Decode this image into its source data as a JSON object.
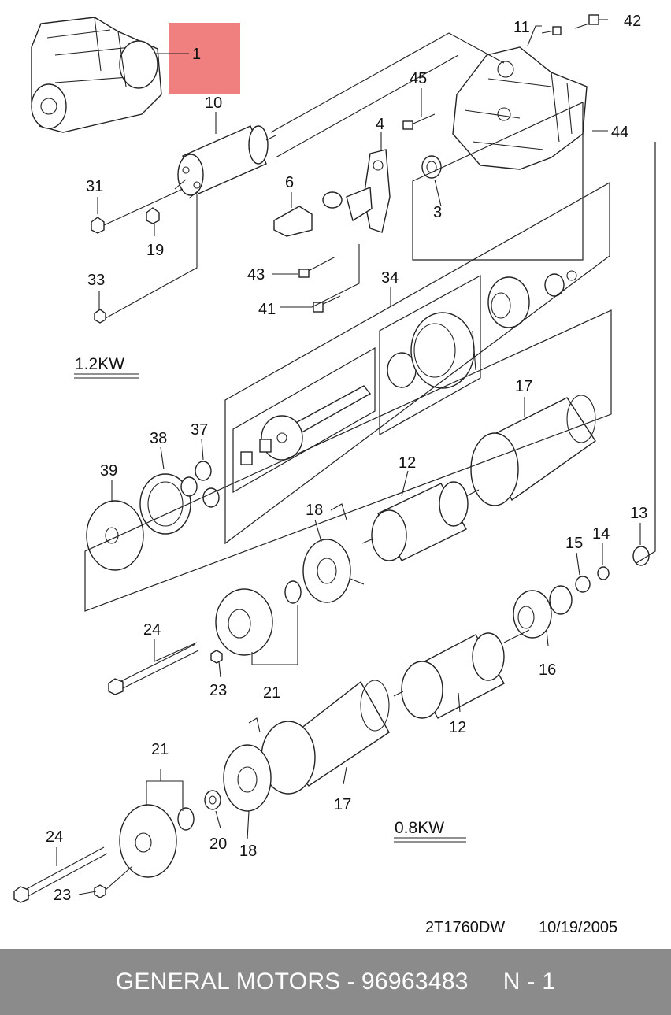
{
  "diagram": {
    "labels": {
      "p1": "1",
      "p10": "10",
      "p11": "11",
      "p42": "42",
      "p45": "45",
      "p4": "4",
      "p44": "44",
      "p31": "31",
      "p6": "6",
      "p3": "3",
      "p19": "19",
      "p43": "43",
      "p34": "34",
      "p33": "33",
      "p41": "41",
      "p17a": "17",
      "p38": "38",
      "p37": "37",
      "p39": "39",
      "p12a": "12",
      "p18a": "18",
      "p13": "13",
      "p15": "15",
      "p14": "14",
      "p24a": "24",
      "p16": "16",
      "p23a": "23",
      "p21a": "21",
      "p12b": "12",
      "p21b": "21",
      "p17b": "17",
      "p24b": "24",
      "p20": "20",
      "p18b": "18",
      "p23b": "23"
    },
    "power_high": "1.2KW",
    "power_low": "0.8KW",
    "drawing_code": "2T1760DW",
    "date": "10/19/2005",
    "highlight_color": "#f08080"
  },
  "footer": {
    "brand": "GENERAL MOTORS",
    "separator": "-",
    "part_number": "96963483",
    "position": "N - 1"
  }
}
